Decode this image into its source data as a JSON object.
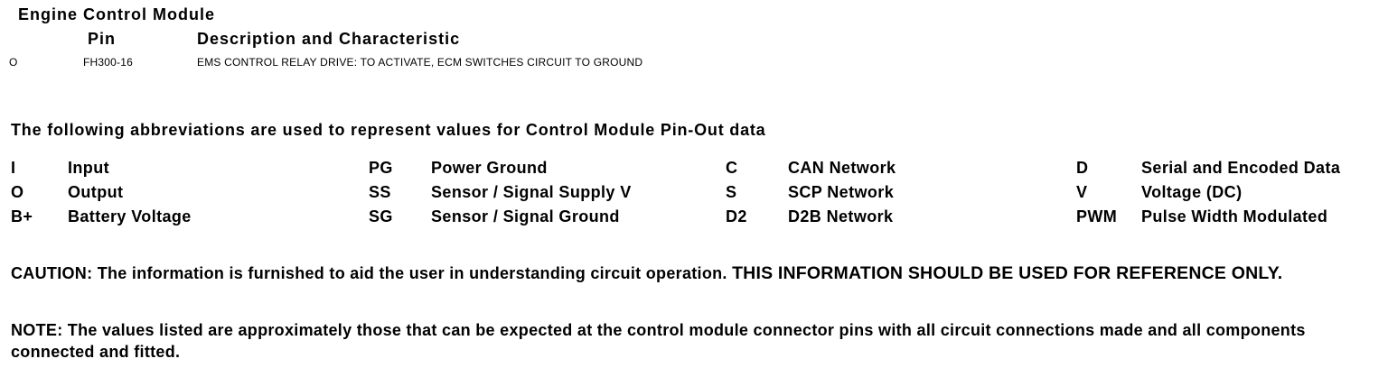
{
  "document": {
    "title": "Engine Control Module"
  },
  "pin_table": {
    "pin_header": "Pin",
    "description_header": "Description and Characteristic",
    "rows": [
      {
        "type": "O",
        "pin": "FH300-16",
        "description": "EMS CONTROL RELAY DRIVE: TO ACTIVATE, ECM SWITCHES CIRCUIT TO GROUND"
      }
    ]
  },
  "abbreviations": {
    "intro": "The following abbreviations are used to represent values for Control Module Pin-Out data",
    "entries": [
      {
        "code": "I",
        "label": "Input"
      },
      {
        "code": "O",
        "label": "Output"
      },
      {
        "code": "B+",
        "label": "Battery Voltage"
      },
      {
        "code": "PG",
        "label": "Power Ground"
      },
      {
        "code": "SS",
        "label": "Sensor / Signal Supply V"
      },
      {
        "code": "SG",
        "label": "Sensor / Signal Ground"
      },
      {
        "code": "C",
        "label": "CAN Network"
      },
      {
        "code": "S",
        "label": "SCP Network"
      },
      {
        "code": "D2",
        "label": "D2B Network"
      },
      {
        "code": "D",
        "label": "Serial and Encoded Data"
      },
      {
        "code": "V",
        "label": "Voltage (DC)"
      },
      {
        "code": "PWM",
        "label": "Pulse Width Modulated"
      }
    ]
  },
  "caution": {
    "text": "CAUTION: The information  is furnished to aid the user in  understanding circuit operation.",
    "emphasis": "THIS INFORMATION SHOULD BE USED FOR REFERENCE ONLY."
  },
  "note": {
    "text": "NOTE: The values listed are approximately those that can be expected at the control module connector pins with all circuit connections made and all components connected and fitted."
  },
  "colors": {
    "text": "#000000",
    "background": "#ffffff"
  }
}
